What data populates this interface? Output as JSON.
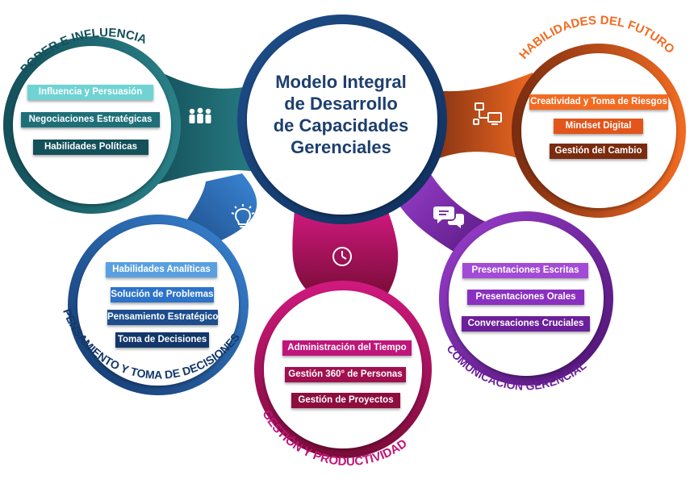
{
  "center": {
    "title_lines": [
      "Modelo Integral",
      "de Desarrollo",
      "de Capacidades",
      "Gerenciales"
    ]
  },
  "colors": {
    "teal_dark": "#14505a",
    "teal_mid": "#1e6f78",
    "teal_light": "#6fd3d4",
    "orange": "#f26b22",
    "rust": "#b54517",
    "brown_dark": "#7a2c10",
    "blue": "#2d73c9",
    "navy": "#13376a",
    "magenta": "#c0157a",
    "crimson": "#8e0d3f",
    "purple": "#6b1f9a",
    "violet": "#a24bd6",
    "title_navy": "#1d3f6e"
  },
  "clusters": [
    {
      "id": "poder",
      "title": "PODER E INFLUENCIA",
      "icon": "group-of-people-icon",
      "items": [
        "Influencia y Persuasión",
        "Negociaciones Estratégicas",
        "Habilidades Políticas"
      ]
    },
    {
      "id": "futuro",
      "title": "HABILIDADES DEL FUTURO",
      "icon": "computer-network-icon",
      "items": [
        "Creatividad y Toma de Riesgos",
        "Mindset Digital",
        "Gestión del Cambio"
      ]
    },
    {
      "id": "pensamiento",
      "title": "PENSAMIENTO Y TOMA DE DECISIONES",
      "icon": "lightbulb-icon",
      "items": [
        "Habilidades Analíticas",
        "Solución de Problemas",
        "Pensamiento Estratégico",
        "Toma de Decisiones"
      ]
    },
    {
      "id": "gestion",
      "title": "GESTIÓN Y PRODUCTIVIDAD",
      "icon": "clock-icon",
      "items": [
        "Administración del Tiempo",
        "Gestión 360° de Personas",
        "Gestión de Proyectos"
      ]
    },
    {
      "id": "comunicacion",
      "title": "COMUNICACIÓN GERENCIAL",
      "icon": "chat-bubbles-icon",
      "items": [
        "Presentaciones Escritas",
        "Presentaciones Orales",
        "Conversaciones Cruciales"
      ]
    }
  ]
}
